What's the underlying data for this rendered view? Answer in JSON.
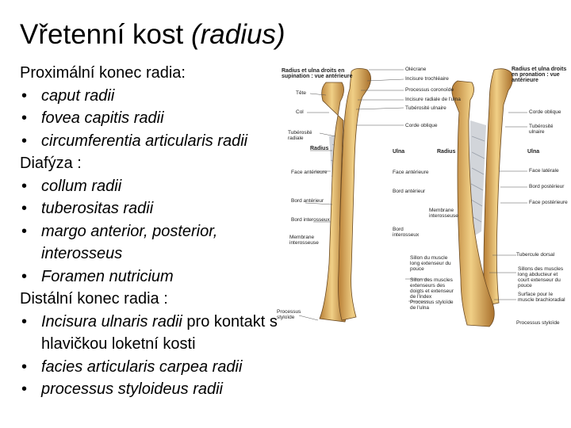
{
  "title": {
    "main": "Vřetenní kost ",
    "latin": "(radius)"
  },
  "sections": [
    {
      "heading": "Proximální konec radia:",
      "items": [
        {
          "italic": "caput radii",
          "rest": ""
        },
        {
          "italic": "fovea capitis radii",
          "rest": ""
        },
        {
          "italic": "circumferentia articularis radii",
          "rest": ""
        }
      ]
    },
    {
      "heading": "Diafýza :",
      "items": [
        {
          "italic": "collum radii",
          "rest": ""
        },
        {
          "italic": "tuberositas radii",
          "rest": ""
        },
        {
          "italic": "margo anterior, posterior, interosseus",
          "rest": ""
        },
        {
          "italic": "Foramen nutricium",
          "rest": ""
        }
      ]
    },
    {
      "heading": "Distální konec radia :",
      "items": [
        {
          "italic": "Incisura ulnaris radii",
          "rest": " pro kontakt s hlavičkou loketní kosti"
        },
        {
          "italic": "facies articularis carpea radii",
          "rest": ""
        },
        {
          "italic": "processus styloideus radii",
          "rest": ""
        }
      ]
    }
  ],
  "figure": {
    "colors": {
      "bone": "#e2b25f",
      "bone_dark": "#a8702a",
      "membrane": "#c9ccd2",
      "shadow": "#6b4a22"
    },
    "labels": {
      "left_title": "Radius et ulna droits en supination : vue antérieure",
      "right_title": "Radius et ulna droits en pronation : vue antérieure",
      "olecrane": "Olécrane",
      "incisure_trochleaire": "Incisure trochléaire",
      "processus_coronoide": "Processus coronoïde",
      "incisure_radiale": "Incisure radiale de l'ulna",
      "tuberosite_ulna": "Tubérosité ulnaire",
      "tete": "Tête",
      "col": "Col",
      "corde_oblique": "Corde oblique",
      "tuberosite_radiale": "Tubérosité radiale",
      "radius": "Radius",
      "ulna": "Ulna",
      "radius_right": "Radius",
      "ulna_right": "Ulna",
      "face_anterieure_left": "Face antérieure",
      "face_anterieure_mid": "Face antérieure",
      "bord_anterieur": "Bord antérieur",
      "bord_interosseux": "Bord interosseux",
      "membrane": "Membrane interosseuse",
      "membrane_mid": "Membrane interosseuse",
      "bord_interosseux_mid": "Bord interosseux",
      "corde_oblique_right": "Corde oblique",
      "tuberosite_ulnaire_right": "Tubérosité ulnaire",
      "face_laterale": "Face latérale",
      "bord_posterieur": "Bord postérieur",
      "face_posterieure": "Face postérieure",
      "tubercule_dorsal": "Tubercule dorsal",
      "sillon_long": "Sillon du muscle long extenseur du pouce",
      "sillons_muscles": "Sillon des muscles extenseurs des doigts et extenseur de l'index",
      "processus_styloide_ulna": "Processus styloïde de l'ulna",
      "sillons_right": "Sillons des muscles long abducteur et court extenseur du pouce",
      "surface_pouce": "Surface pour le muscle brachioradial",
      "processus_styloide_left": "Processus styloïde",
      "processus_styloide_right": "Processus styloïde"
    }
  }
}
